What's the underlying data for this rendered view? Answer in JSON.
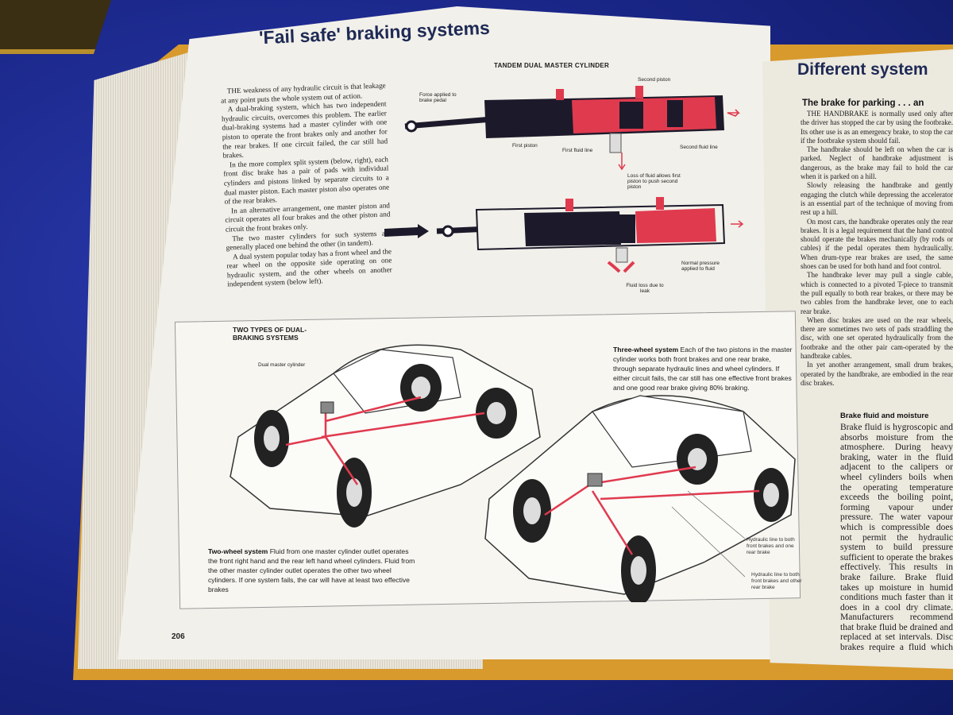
{
  "page": {
    "title": "'Fail safe' braking systems",
    "number": "206",
    "paragraphs": [
      "THE weakness of any hydraulic circuit is that leakage at any point puts the whole system out of action.",
      "A dual-braking system, which has two independent hydraulic circuits, overcomes this problem. The earlier dual-braking systems had a master cylinder with one piston to operate the front brakes only and another for the rear brakes. If one circuit failed, the car still had brakes.",
      "In the more complex split system (below, right), each front disc brake has a pair of pads with individual cylinders and pistons linked by separate circuits to a dual master piston. Each master piston also operates one of the rear brakes.",
      "In an alternative arrangement, one master piston and circuit operates all four brakes and the other piston and circuit the front brakes only.",
      "The two master cylinders for such systems are generally placed one behind the other (in tandem).",
      "A dual system popular today has a front wheel and the rear wheel on the opposite side operating on one hydraulic system, and the other wheels on another independent system (below left)."
    ]
  },
  "tandem_diagram": {
    "title": "TANDEM DUAL MASTER CYLINDER",
    "labels": {
      "force": "Force applied to brake pedal",
      "second_piston": "Second piston",
      "first_piston": "First piston",
      "first_fluid_line": "First fluid line",
      "second_fluid_line": "Second fluid line",
      "loss_of_fluid": "Loss of fluid allows first piston to push second piston",
      "normal_pressure": "Normal pressure applied to fluid",
      "fluid_loss": "Fluid loss due to leak"
    },
    "colors": {
      "red": "#e03a4e",
      "dark": "#1c1a2a"
    }
  },
  "dual_box": {
    "title_line1": "TWO TYPES OF DUAL-",
    "title_line2": "BRAKING SYSTEMS",
    "dual_master_label": "Dual master cylinder",
    "three_wheel_title": "Three-wheel system",
    "three_wheel_text": "Each of the two pistons in the master cylinder works both front brakes and one rear brake, through separate hydraulic lines and wheel cylinders. If either circuit fails, the car still has one effective front brakes and one good rear brake giving 80% braking.",
    "two_wheel_title": "Two-wheel system",
    "two_wheel_text": "Fluid from one master cylinder outlet operates the front right hand and the rear left hand wheel cylinders. Fluid from the other master cylinder outlet operates the other two wheel cylinders. If one system fails, the car will have at least two effective brakes",
    "hydraulic_line_1": "Hydraulic line to both front brakes and one rear brake",
    "hydraulic_line_2": "Hydraulic line to both front brakes and other rear brake"
  },
  "right_page": {
    "heading": "Different system",
    "subheading": "The brake for parking . . . an",
    "paragraphs": [
      "THE HANDBRAKE is normally used only after the driver has stopped the car by using the footbrake. Its other use is as an emergency brake, to stop the car if the footbrake system should fail.",
      "The handbrake should be left on when the car is parked. Neglect of handbrake adjustment is dangerous, as the brake may fail to hold the car when it is parked on a hill.",
      "Slowly releasing the handbrake and gently engaging the clutch while depressing the accelerator is an essential part of the technique of moving from rest up a hill.",
      "On most cars, the handbrake operates only the rear brakes. It is a legal requirement that the hand control should operate the brakes mechanically (by rods or cables) if the pedal operates them hydraulically. When drum-type rear brakes are used, the same shoes can be used for both hand and foot control.",
      "The handbrake lever may pull a single cable, which is connected to a pivoted T-piece to transmit the pull equally to both rear brakes, or there may be two cables from the handbrake lever, one to each rear brake.",
      "When disc brakes are used on the rear wheels, there are sometimes two sets of pads straddling the disc, with one set operated hydraulically from the footbrake and the other pair cam-operated by the handbrake cables.",
      "In yet another arrangement, small drum brakes, operated by the handbrake, are embodied in the rear disc brakes."
    ],
    "subheading2": "Brake fluid and moisture",
    "paragraphs2": "Brake fluid is hygroscopic and absorbs moisture from the atmosphere. During heavy braking, water in the fluid adjacent to the calipers or wheel cylinders boils when the operating temperature exceeds the boiling point, forming vapour under pressure. The water vapour which is compressible does not permit the hydraulic system to build pressure sufficient to operate the brakes effectively. This results in brake failure. Brake fluid takes up moisture in humid conditions much faster than it does in a cool dry climate. Manufacturers recommend that brake fluid be drained and replaced at set intervals. Disc brakes require a fluid which must have a higher boiling point than that used for drum brakes. All brake fluids with the SABS mark has a boiling point suitable for disc brakes and must be used as well as the drum brakes of"
  }
}
